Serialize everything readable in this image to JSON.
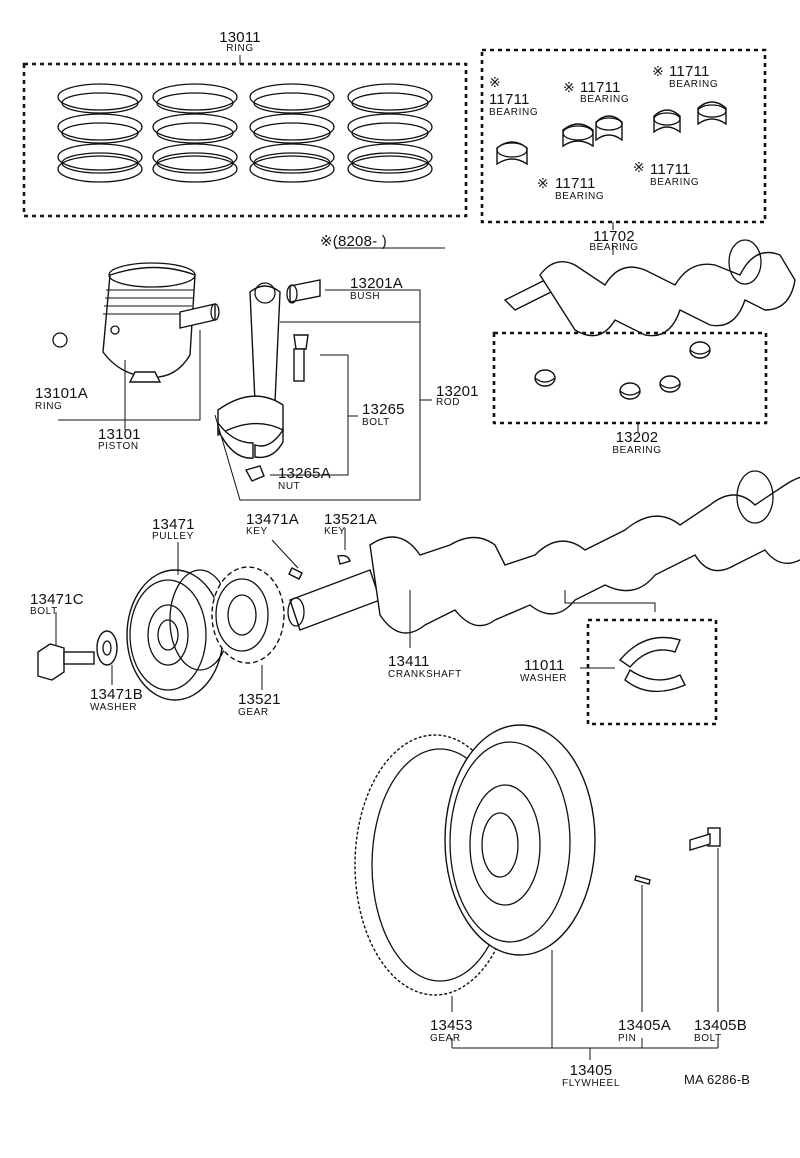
{
  "footer_code": "MA  6286-B",
  "date_note": "※(8208-        )",
  "callouts": {
    "ring_set": {
      "number": "13011",
      "name": "RING"
    },
    "bearing_a": {
      "mark": "※",
      "number": "11711",
      "name": "BEARING"
    },
    "bearing_b": {
      "mark": "※",
      "number": "11711",
      "name": "BEARING"
    },
    "bearing_c": {
      "mark": "※",
      "number": "11711",
      "name": "BEARING"
    },
    "bearing_d": {
      "mark": "※",
      "number": "11711",
      "name": "BEARING"
    },
    "bearing_e": {
      "mark": "※",
      "number": "11711",
      "name": "BEARING"
    },
    "main_bearing_set": {
      "number": "11702",
      "name": "BEARING"
    },
    "bush": {
      "number": "13201A",
      "name": "BUSH"
    },
    "rod": {
      "number": "13201",
      "name": "ROD"
    },
    "rod_bolt": {
      "number": "13265",
      "name": "BOLT"
    },
    "rod_nut": {
      "number": "13265A",
      "name": "NUT"
    },
    "piston_ring": {
      "number": "13101A",
      "name": "RING"
    },
    "piston": {
      "number": "13101",
      "name": "PISTON"
    },
    "rod_bearing": {
      "number": "13202",
      "name": "BEARING"
    },
    "pulley": {
      "number": "13471",
      "name": "PULLEY"
    },
    "pulley_key": {
      "number": "13471A",
      "name": "KEY"
    },
    "gear_key": {
      "number": "13521A",
      "name": "KEY"
    },
    "pulley_bolt": {
      "number": "13471C",
      "name": "BOLT"
    },
    "washer": {
      "number": "13471B",
      "name": "WASHER"
    },
    "crank_gear": {
      "number": "13521",
      "name": "GEAR"
    },
    "crankshaft": {
      "number": "13411",
      "name": "CRANKSHAFT"
    },
    "thrust_washer": {
      "number": "11011",
      "name": "WASHER"
    },
    "ring_gear": {
      "number": "13453",
      "name": "GEAR"
    },
    "pin": {
      "number": "13405A",
      "name": "PIN"
    },
    "fw_bolt": {
      "number": "13405B",
      "name": "BOLT"
    },
    "flywheel": {
      "number": "13405",
      "name": "FLYWHEEL"
    }
  }
}
